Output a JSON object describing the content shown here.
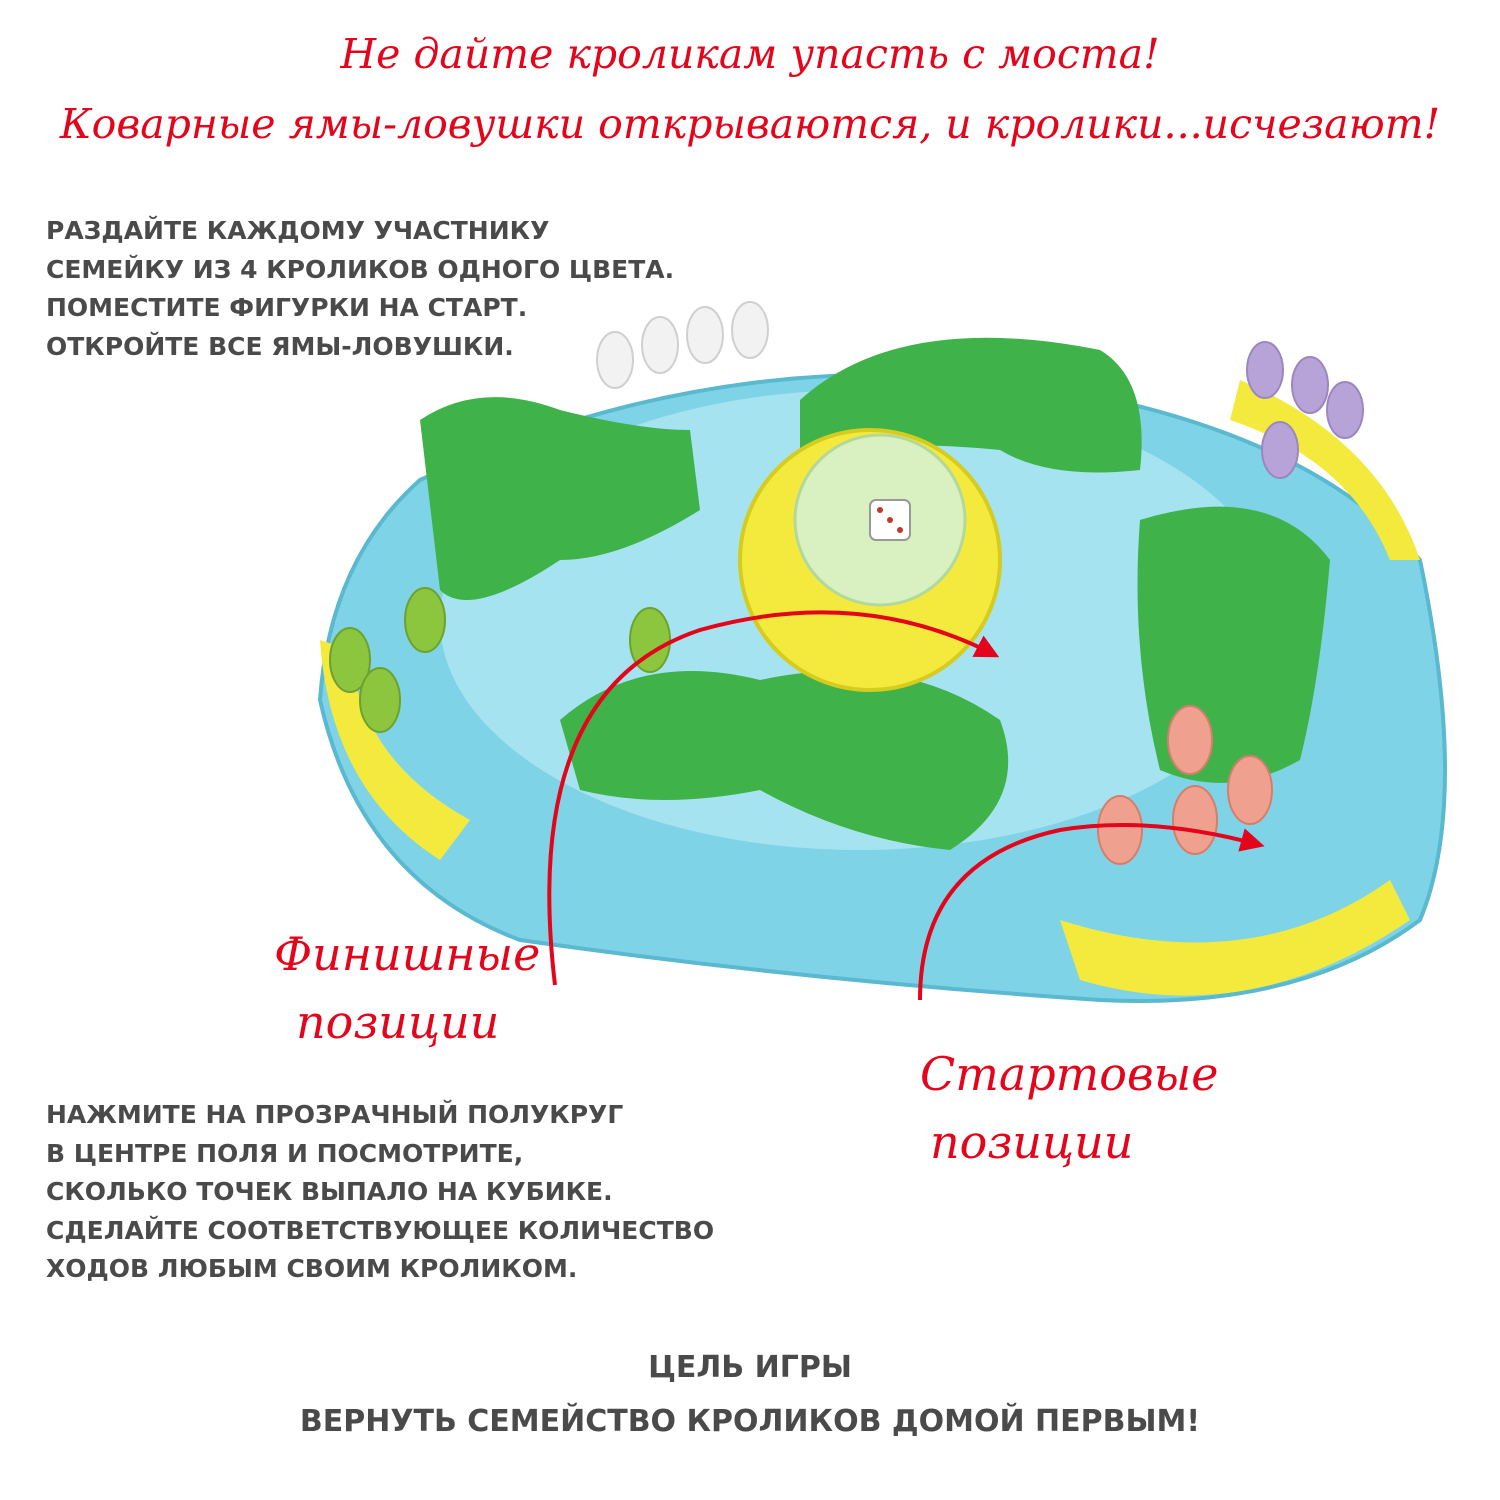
{
  "headline": {
    "line1": "Не дайте кроликам упасть с моста!",
    "line2": "Коварные ямы-ловушки открываются, и кролики...исчезают!"
  },
  "setup_instructions": [
    "РАЗДАЙТЕ КАЖДОМУ УЧАСТНИКУ",
    "СЕМЕЙКУ ИЗ 4 КРОЛИКОВ ОДНОГО ЦВЕТА.",
    "ПОМЕСТИТЕ ФИГУРКИ НА СТАРТ.",
    "ОТКРОЙТЕ ВСЕ ЯМЫ-ЛОВУШКИ."
  ],
  "callouts": {
    "finish": [
      "Финишные",
      "позиции"
    ],
    "start": [
      "Стартовые",
      "позиции"
    ]
  },
  "play_instructions": [
    "НАЖМИТЕ НА ПРОЗРАЧНЫЙ ПОЛУКРУГ",
    "В ЦЕНТРЕ ПОЛЯ И ПОСМОТРИТЕ,",
    "СКОЛЬКО ТОЧЕК ВЫПАЛО НА КУБИКЕ.",
    "СДЕЛАЙТЕ СООТВЕТСТВУЮЩЕЕ КОЛИЧЕСТВО",
    "ХОДОВ ЛЮБЫМ СВОИМ КРОЛИКОМ."
  ],
  "goal": {
    "title": "ЦЕЛЬ ИГРЫ",
    "text": "ВЕРНУТЬ СЕМЕЙСТВО КРОЛИКОВ ДОМОЙ ПЕРВЫМ!"
  },
  "colors": {
    "accent_red": "#e3051b",
    "text_gray": "#4a4a4a",
    "board_blue": "#7fd3e6",
    "board_yellow": "#f3ea3d",
    "hill_green": "#3fb34a",
    "bunny_white": "#f2f2f2",
    "bunny_purple": "#b8a3d9",
    "bunny_green": "#8cc63f",
    "bunny_pink": "#f0a08e"
  },
  "icons": [
    "board-game-illustration",
    "dice-icon",
    "bunny-figure-icon",
    "arrow-icon"
  ]
}
